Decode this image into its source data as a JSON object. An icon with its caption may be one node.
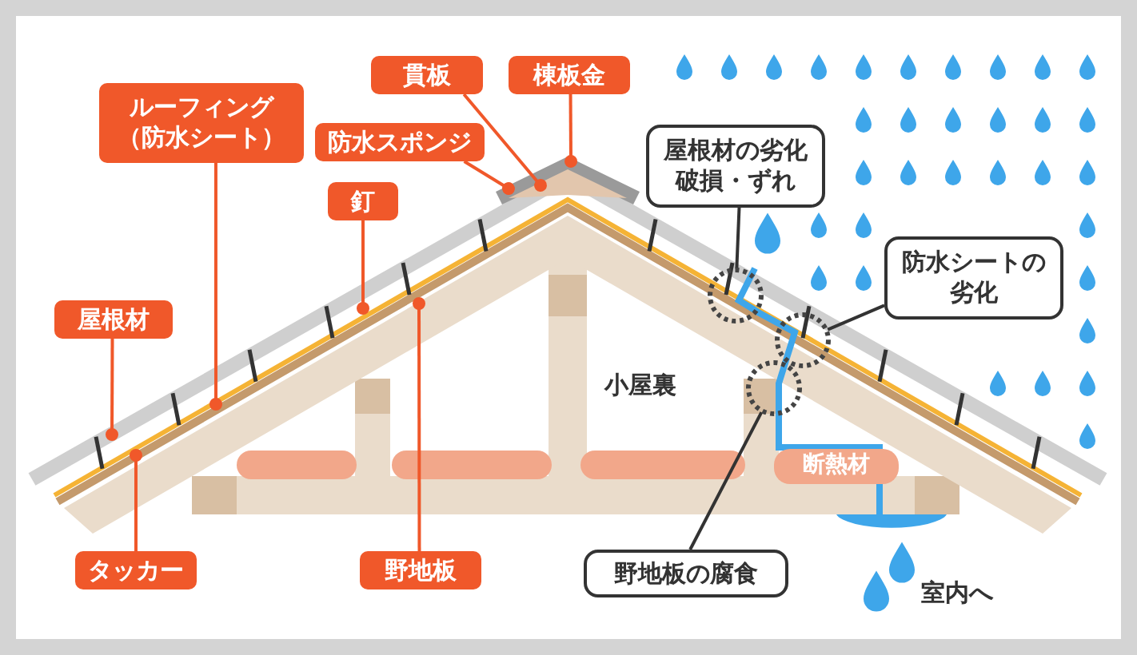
{
  "diagram": {
    "nodes": [
      {
        "text": [
          "貫板"
        ]
      },
      {
        "text": [
          "棟板金"
        ]
      },
      {
        "text": [
          "ルーフィング（防水シート）"
        ]
      },
      {
        "text": [
          "防水スポンジ"
        ]
      },
      {
        "text": [
          "屋根材の劣化破損・ずれ"
        ]
      },
      {
        "text": [
          "釘"
        ]
      },
      {
        "text": [
          "防水シートの劣化"
        ]
      },
      {
        "text": [
          "屋根材"
        ]
      },
      {
        "text": [
          "断熱材"
        ]
      },
      {
        "text": [
          "タッカー"
        ]
      },
      {
        "text": [
          "野地板"
        ]
      },
      {
        "text": [
          "野地板の腐食"
        ]
      },
      {
        "text": [],
        "shape": "circle"
      },
      {
        "text": [],
        "shape": "circle"
      },
      {
        "text": [],
        "shape": "circle"
      }
    ],
    "edges": [
      {
        "from": 0,
        "to": null,
        "arrow": "other"
      },
      {
        "from": 1,
        "to": null,
        "arrow": "other"
      },
      {
        "from": 2,
        "to": null,
        "arrow": "other"
      },
      {
        "from": 3,
        "to": null,
        "arrow": "other"
      },
      {
        "from": 4,
        "to": 12,
        "arrow": "none",
        "color": "#333333"
      },
      {
        "from": 5,
        "to": null,
        "arrow": "other"
      },
      {
        "from": 6,
        "to": 13,
        "arrow": "none",
        "color": "#333333"
      },
      {
        "from": 7,
        "to": null,
        "arrow": "other"
      },
      {
        "from": 9,
        "to": null,
        "arrow": "other"
      },
      {
        "from": 10,
        "to": null,
        "arrow": "other"
      },
      {
        "from": 11,
        "to": 14,
        "arrow": "none",
        "color": "#333333"
      }
    ],
    "labels": [
      "小屋裏",
      "室内へ"
    ]
  }
}
